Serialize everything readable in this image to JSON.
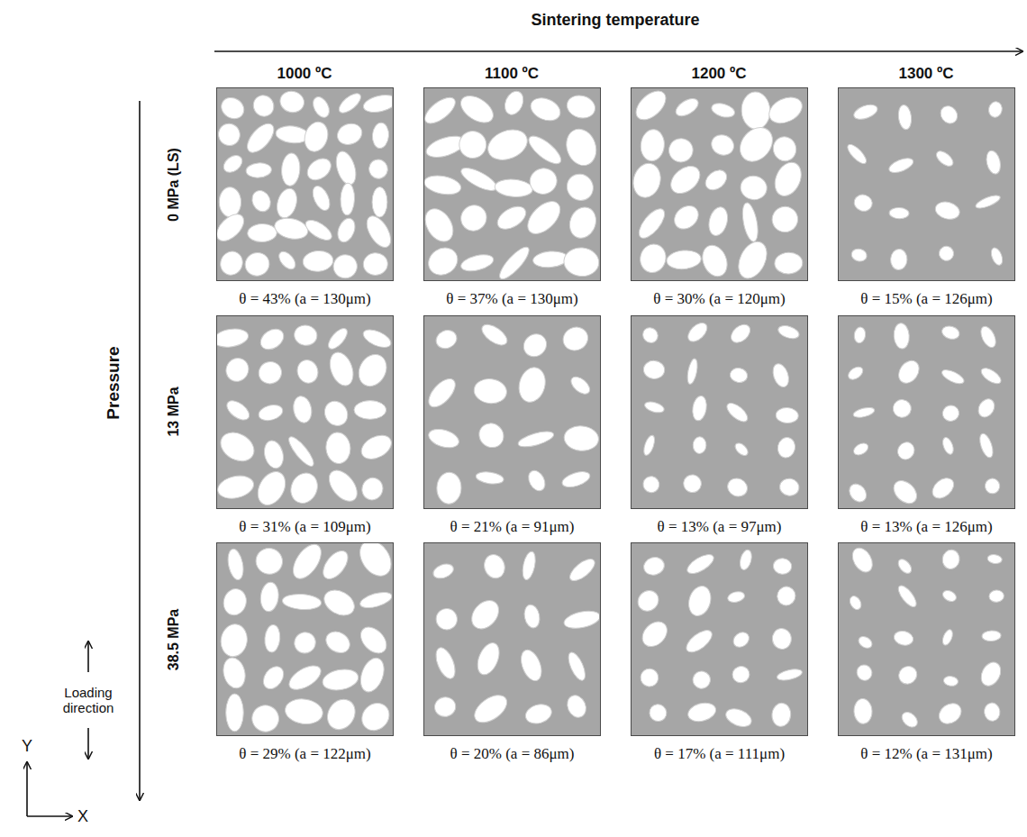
{
  "diagram": {
    "nodes": [
      {
        "text": [
          "θ = 43% (a = 130μm)"
        ]
      },
      {
        "text": [
          "θ = 37% (a = 130μm)"
        ]
      },
      {
        "text": [
          "θ = 30% (a = 120μm)"
        ]
      },
      {
        "text": [
          "θ = 15% (a = 126μm)"
        ]
      },
      {
        "text": [
          "θ = 31% (a = 109μm)"
        ]
      },
      {
        "text": [
          "θ = 21% (a = 91μm)"
        ]
      },
      {
        "text": [
          "θ = 13% (a = 97μm)"
        ]
      },
      {
        "text": [
          "θ = 13% (a = 126μm)"
        ]
      },
      {
        "text": [
          "θ = 29% (a = 122μm)"
        ]
      },
      {
        "text": [
          "θ = 20% (a = 86μm)"
        ]
      },
      {
        "text": [
          "θ = 17% (a = 111μm)"
        ]
      },
      {
        "text": [
          "θ = 12% (a = 131μm)"
        ]
      }
    ],
    "labels": [
      "Sintering temperature",
      "1000 ºC",
      "1100 ºC",
      "1200 ºC",
      "1300 ºC",
      "Pressure",
      "0 MPa (LS)",
      "13 MPa",
      "38.5 MPa",
      "Loading direction",
      "Y",
      "X"
    ]
  }
}
